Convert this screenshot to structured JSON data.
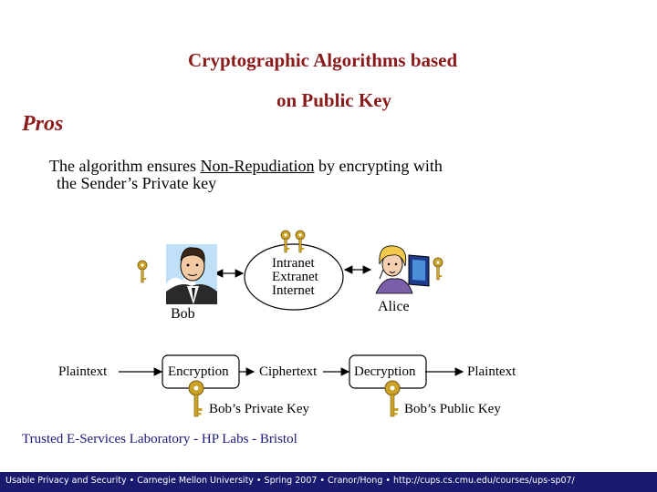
{
  "slide": {
    "title_line1": "Cryptographic Algorithms based",
    "title_line2": "on Public Key",
    "pros_heading": "Pros",
    "body_before": "The algorithm ensures ",
    "body_underlined": "Non-Repudiation",
    "body_after": " by encrypting with",
    "body_line2": "the Sender’s Private key"
  },
  "diagram": {
    "network_lines": [
      "Intranet",
      "Extranet",
      "Internet"
    ],
    "bob_label": "Bob",
    "alice_label": "Alice",
    "flow": [
      "Plaintext",
      "Encryption",
      "Ciphertext",
      "Decryption",
      "Plaintext"
    ],
    "private_key_label": "Bob’s Private Key",
    "public_key_label": "Bob’s Public Key"
  },
  "footer": {
    "lab": "Trusted E-Services Laboratory - HP Labs - Bristol",
    "bar": "Usable Privacy and Security • Carnegie Mellon University • Spring 2007 • Cranor/Hong • http://cups.cs.cmu.edu/courses/ups-sp07/"
  },
  "colors": {
    "title": "#8b1a1a",
    "key_gold": "#c9a227",
    "footer_bar": "#1a1a6e",
    "footer_lab": "#1a1a7a"
  }
}
